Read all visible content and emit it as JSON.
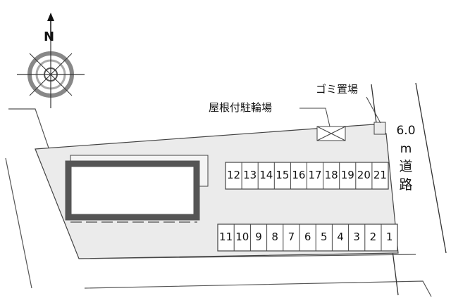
{
  "compass": {
    "north_label": "N"
  },
  "labels": {
    "bicycle_parking": "屋根付駐輪場",
    "garbage": "ゴミ置場"
  },
  "road": {
    "width": "6.0",
    "unit": "m",
    "word_1": "道",
    "word_2": "路"
  },
  "parking": {
    "top_row": [
      "12",
      "13",
      "14",
      "15",
      "16",
      "17",
      "18",
      "19",
      "20",
      "21"
    ],
    "bottom_row": [
      "11",
      "10",
      "9",
      "8",
      "7",
      "6",
      "5",
      "4",
      "3",
      "2",
      "1"
    ]
  },
  "colors": {
    "lot_fill": "#ebebeb",
    "building_fill": "#555555",
    "line": "#333333"
  }
}
